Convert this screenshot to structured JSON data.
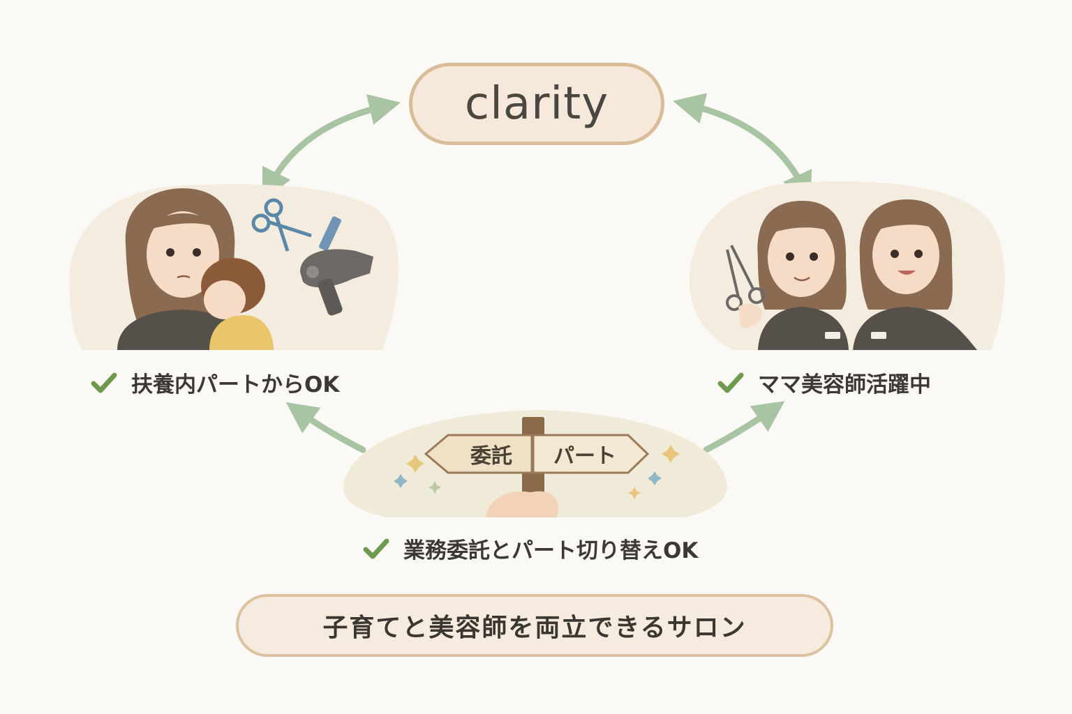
{
  "title": "clarity",
  "features": {
    "left": {
      "label": "扶養内パートからOK",
      "check_icon": "check-icon"
    },
    "right": {
      "label": "ママ美容師活躍中",
      "check_icon": "check-icon"
    },
    "center": {
      "label": "業務委託とパート切り替えOK",
      "check_icon": "check-icon"
    }
  },
  "signpost": {
    "left_sign": "委託",
    "right_sign": "パート"
  },
  "tagline": "子育てと美容師を両立できるサロン",
  "colors": {
    "arrow": "#a9c4a2",
    "check": "#6f9a4e",
    "pill_border": "#d9bc98",
    "pill_fill": "#f6e9dc",
    "blob_fill": "#f4ecdf"
  }
}
